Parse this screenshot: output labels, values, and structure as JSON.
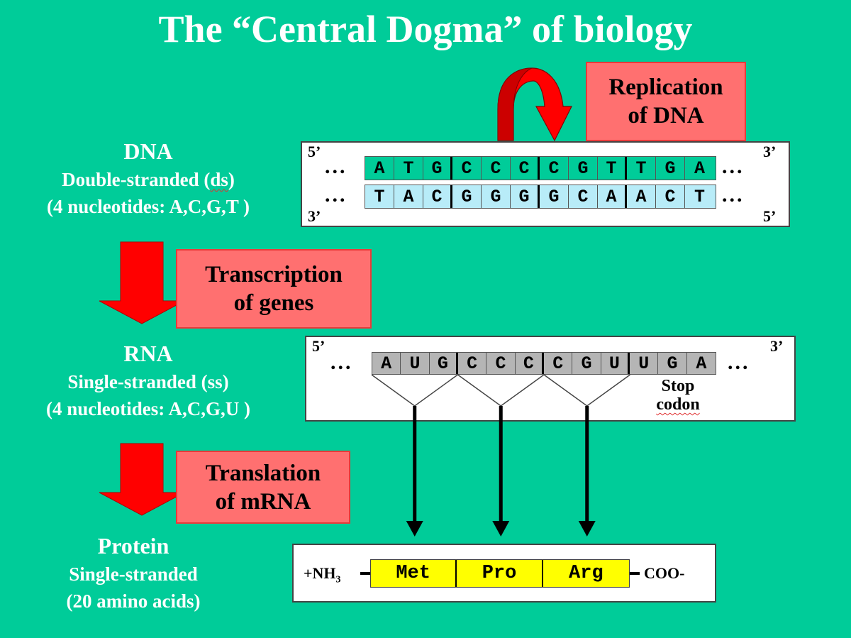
{
  "title": "The “Central Dogma” of biology",
  "colors": {
    "background": "#00cc99",
    "process_box": "#ff7070",
    "arrow_red": "#ff0000",
    "dna_top_strand": "#00cc99",
    "dna_bottom_strand": "#b8ecf8",
    "rna_strand": "#b5b5b5",
    "protein": "#ffff00"
  },
  "molecules": {
    "dna": {
      "name": "DNA",
      "line1_pre": "Double-stranded (",
      "line1_abbr": "ds",
      "line1_post": ")",
      "line2": "(4 nucleotides: A,C,G,T )"
    },
    "rna": {
      "name": "RNA",
      "line1": "Single-stranded (ss)",
      "line2": "(4 nucleotides: A,C,G,U )"
    },
    "protein": {
      "name": "Protein",
      "line1": "Single-stranded",
      "line2": "(20 amino acids)"
    }
  },
  "processes": {
    "replication": {
      "line1": "Replication",
      "line2": "of DNA",
      "icon": "circular-arrow-icon"
    },
    "transcription": {
      "line1": "Transcription",
      "line2": "of genes",
      "icon": "down-arrow-icon"
    },
    "translation": {
      "line1": "Translation",
      "line2": "of mRNA",
      "icon": "down-arrow-icon"
    }
  },
  "dna_panel": {
    "five_prime": "5’",
    "three_prime": "3’",
    "ellipsis": "...",
    "top_strand": [
      "A",
      "T",
      "G",
      "C",
      "C",
      "C",
      "C",
      "G",
      "T",
      "T",
      "G",
      "A"
    ],
    "bottom_strand": [
      "T",
      "A",
      "C",
      "G",
      "G",
      "G",
      "G",
      "C",
      "A",
      "A",
      "C",
      "T"
    ]
  },
  "rna_panel": {
    "five_prime": "5’",
    "three_prime": "3’",
    "ellipsis": "...",
    "strand": [
      "A",
      "U",
      "G",
      "C",
      "C",
      "C",
      "C",
      "G",
      "U",
      "U",
      "G",
      "A"
    ],
    "stop_line1": "Stop",
    "stop_line2": "codon"
  },
  "protein_panel": {
    "n_terminus": "+NH",
    "n_terminus_sub": "3",
    "c_terminus": "COO-",
    "amino_acids": [
      "Met",
      "Pro",
      "Arg"
    ]
  }
}
